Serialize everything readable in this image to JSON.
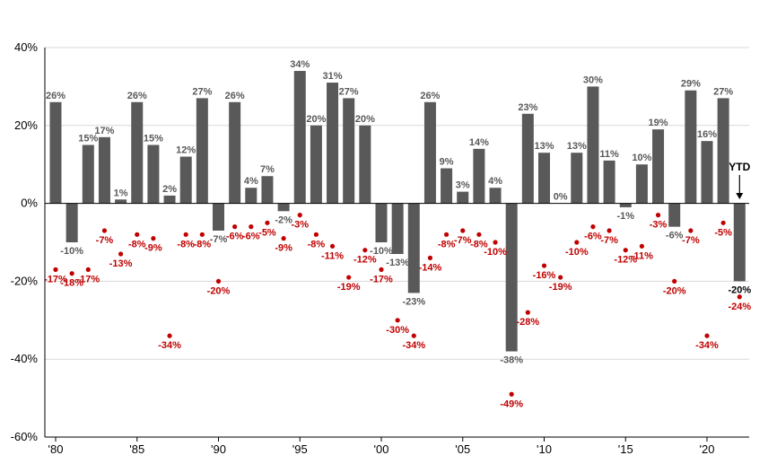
{
  "chart_data": {
    "type": "bar",
    "title": "",
    "xlabel": "",
    "ylabel": "",
    "ylim": [
      -60,
      40
    ],
    "yticks": [
      40,
      20,
      0,
      -20,
      -40,
      -60
    ],
    "ytick_labels": [
      "40%",
      "20%",
      "0%",
      "-20%",
      "-40%",
      "-60%"
    ],
    "x_start": 1980,
    "x_end": 2022,
    "xtick_years": [
      1980,
      1985,
      1990,
      1995,
      2000,
      2005,
      2010,
      2015,
      2020
    ],
    "xtick_labels": [
      "'80",
      "'85",
      "'90",
      "'95",
      "'00",
      "'05",
      "'10",
      "'15",
      "'20"
    ],
    "grid": true,
    "legend": "none",
    "colors": {
      "bar": "#595959",
      "drawdown": "#c00000",
      "grid": "#d9d9d9",
      "text": "#000000"
    },
    "annotation": {
      "text": "YTD",
      "year": 2022
    },
    "series": [
      {
        "kind": "bar",
        "years": [
          1980,
          1981,
          1982,
          1983,
          1984,
          1985,
          1986,
          1987,
          1988,
          1989,
          1990,
          1991,
          1992,
          1993,
          1994,
          1995,
          1996,
          1997,
          1998,
          1999,
          2000,
          2001,
          2002,
          2003,
          2004,
          2005,
          2006,
          2007,
          2008,
          2009,
          2010,
          2011,
          2012,
          2013,
          2014,
          2015,
          2016,
          2017,
          2018,
          2019,
          2020,
          2021,
          2022
        ],
        "values": [
          26,
          -10,
          15,
          17,
          1,
          26,
          15,
          2,
          12,
          27,
          -7,
          26,
          4,
          7,
          -2,
          34,
          20,
          31,
          27,
          20,
          -10,
          -13,
          -23,
          26,
          9,
          3,
          14,
          4,
          -38,
          23,
          13,
          0,
          13,
          30,
          11,
          -1,
          10,
          19,
          -6,
          29,
          16,
          27,
          -20
        ],
        "labels": [
          "26%",
          "-10%",
          "15%",
          "17%",
          "1%",
          "26%",
          "15%",
          "2%",
          "12%",
          "27%",
          "-7%",
          "26%",
          "4%",
          "7%",
          "-2%",
          "34%",
          "20%",
          "31%",
          "27%",
          "20%",
          "-10%",
          "-13%",
          "-23%",
          "26%",
          "9%",
          "3%",
          "14%",
          "4%",
          "-38%",
          "23%",
          "13%",
          "0%",
          "13%",
          "30%",
          "11%",
          "-1%",
          "10%",
          "19%",
          "-6%",
          "29%",
          "16%",
          "27%",
          "-20%"
        ]
      },
      {
        "kind": "scatter",
        "years": [
          1980,
          1981,
          1982,
          1983,
          1984,
          1985,
          1986,
          1987,
          1988,
          1989,
          1990,
          1991,
          1992,
          1993,
          1994,
          1995,
          1996,
          1997,
          1998,
          1999,
          2000,
          2001,
          2002,
          2003,
          2004,
          2005,
          2006,
          2007,
          2008,
          2009,
          2010,
          2011,
          2012,
          2013,
          2014,
          2015,
          2016,
          2017,
          2018,
          2019,
          2020,
          2021,
          2022
        ],
        "values": [
          -17,
          -18,
          -17,
          -7,
          -13,
          -8,
          -9,
          -34,
          -8,
          -8,
          -20,
          -6,
          -6,
          -5,
          -9,
          -3,
          -8,
          -11,
          -19,
          -12,
          -17,
          -30,
          -34,
          -14,
          -8,
          -7,
          -8,
          -10,
          -49,
          -28,
          -16,
          -19,
          -10,
          -6,
          -7,
          -12,
          -11,
          -3,
          -20,
          -7,
          -34,
          -5,
          -24
        ],
        "labels": [
          "-17%",
          "-18%",
          "-17%",
          "-7%",
          "-13%",
          "-8%",
          "-9%",
          "-34%",
          "-8%",
          "-8%",
          "-20%",
          "-6%",
          "-6%",
          "-5%",
          "-9%",
          "-3%",
          "-8%",
          "-11%",
          "-19%",
          "-12%",
          "-17%",
          "-30%",
          "-34%",
          "-14%",
          "-8%",
          "-7%",
          "-8%",
          "-10%",
          "-49%",
          "-28%",
          "-16%",
          "-19%",
          "-10%",
          "-6%",
          "-7%",
          "-12%",
          "-11%",
          "-3%",
          "-20%",
          "-7%",
          "-34%",
          "-5%",
          "-24%"
        ]
      }
    ]
  }
}
